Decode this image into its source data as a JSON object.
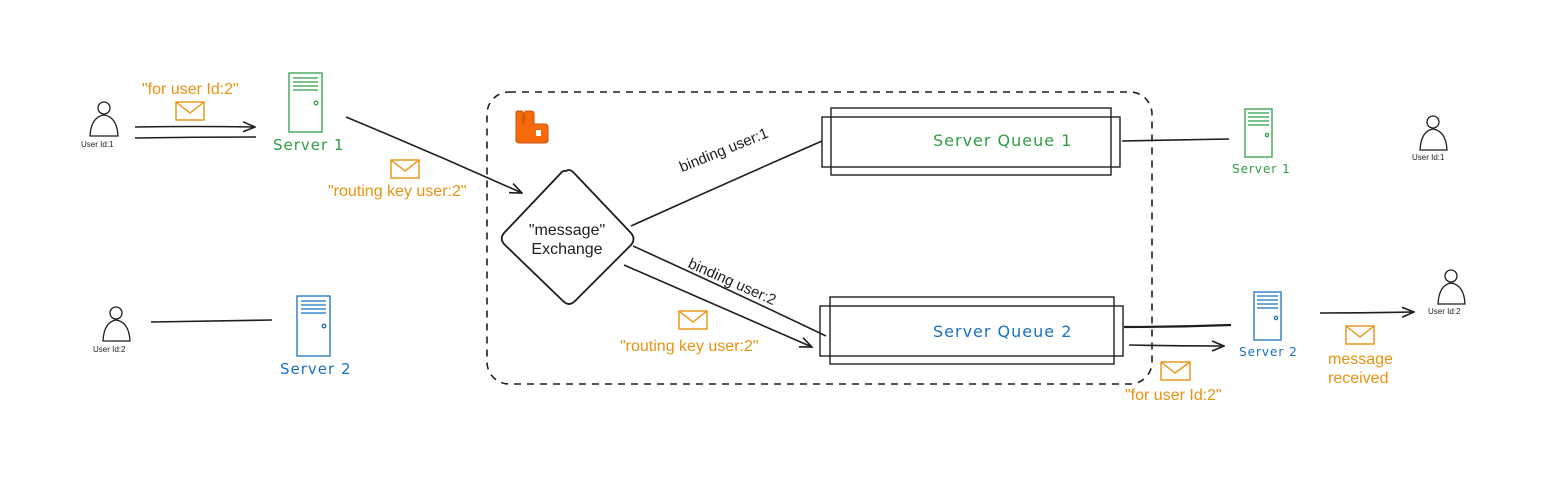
{
  "left": {
    "user1_label": "User Id:1",
    "user2_label": "User Id:2",
    "server1_label": "Server 1",
    "server2_label": "Server 2",
    "message_top": "\"for user Id:2\"",
    "routing_key_top": "\"routing key user:2\""
  },
  "exchange": {
    "line1": "\"message\"",
    "line2": "Exchange",
    "binding1": "binding user:1",
    "binding2": "binding user:2",
    "routing_key_bottom": "\"routing key user:2\""
  },
  "queues": {
    "queue1": "Server Queue 1",
    "queue2": "Server Queue 2"
  },
  "right": {
    "server1_label": "Server 1",
    "server2_label": "Server 2",
    "user1_label": "User Id:1",
    "user2_label": "User Id:2",
    "message_bottom": "\"for user Id:2\"",
    "received_line1": "message",
    "received_line2": "received"
  },
  "colors": {
    "orange": "#e9920f",
    "green": "#2f9e44",
    "blue": "#1971c2",
    "stroke": "#1e1e1e",
    "rabbit_logo": "#f76a0c"
  },
  "icons": [
    "user-icon",
    "server-icon",
    "envelope-icon",
    "rabbitmq-logo-icon"
  ]
}
